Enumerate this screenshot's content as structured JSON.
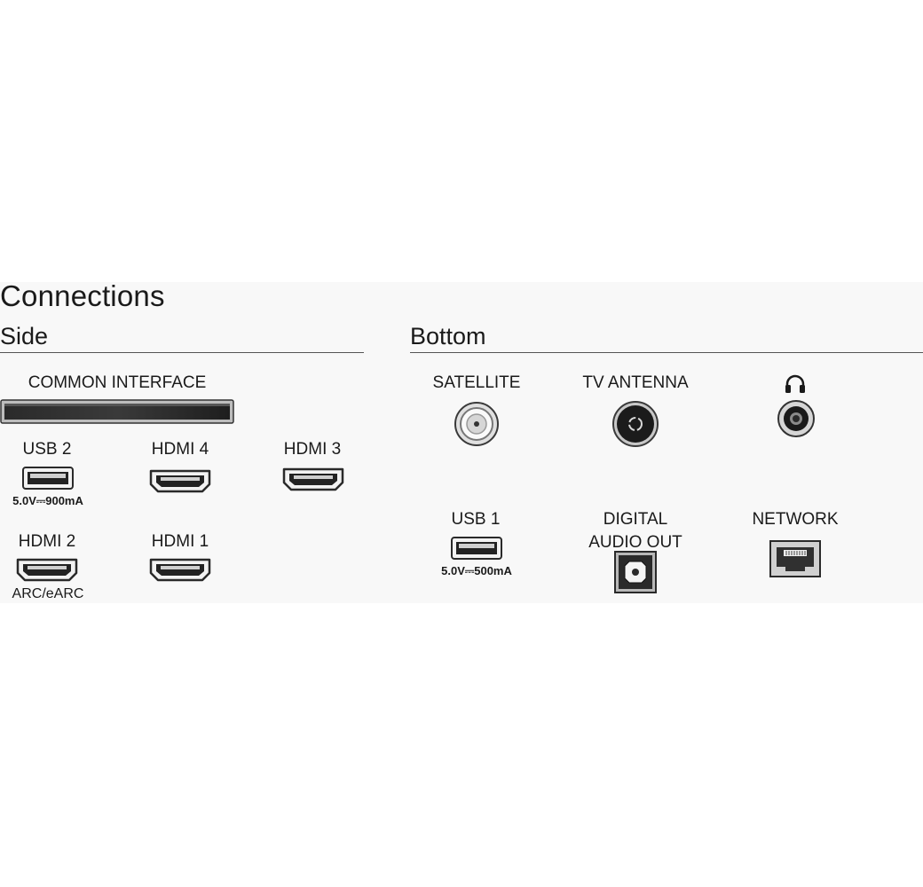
{
  "title": "Connections",
  "side": {
    "heading": "Side",
    "common_interface": "COMMON INTERFACE",
    "usb2": {
      "label": "USB 2",
      "spec": "5.0V⎓900mA"
    },
    "hdmi4": {
      "label": "HDMI 4"
    },
    "hdmi3": {
      "label": "HDMI 3"
    },
    "hdmi2": {
      "label": "HDMI 2",
      "note": "ARC/eARC"
    },
    "hdmi1": {
      "label": "HDMI 1"
    }
  },
  "bottom": {
    "heading": "Bottom",
    "satellite": "SATELLITE",
    "tv_antenna": "TV ANTENNA",
    "headphone_icon": "headphone-icon",
    "usb1": {
      "label": "USB 1",
      "spec": "5.0V⎓500mA"
    },
    "digital_audio_out": {
      "line1": "DIGITAL",
      "line2": "AUDIO OUT"
    },
    "network": "NETWORK"
  }
}
